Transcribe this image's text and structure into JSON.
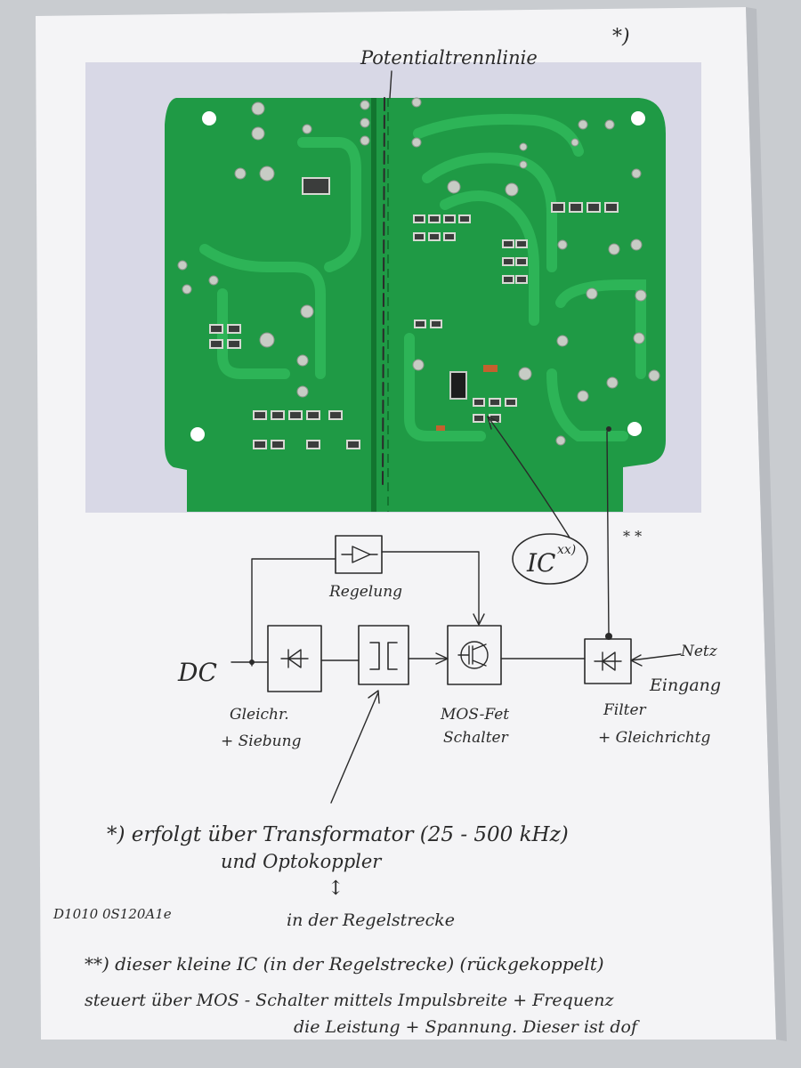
{
  "annotations": {
    "potential_line": "Potentialtrennlinie",
    "potential_mark": "*)",
    "ic_label": "IC",
    "ic_mark": "xx)"
  },
  "blocks": {
    "dc": "DC",
    "regelung": "Regelung",
    "gleich_1": "Gleichr.",
    "gleich_2": "+ Siebung",
    "mos_1": "MOS-Fet",
    "mos_2": "Schalter",
    "netz_1": "Netz",
    "netz_2": "Eingang",
    "filter_1": "Filter",
    "filter_2": "+ Gleichrichtg"
  },
  "notes": {
    "note1_line1": "*) erfolgt über Transformator (25 - 500 kHz)",
    "note1_line2": "und Optokoppler",
    "note1_arrow": "↕",
    "note1_line3": "in der Regelstrecke",
    "note2_line1": "**) dieser kleine IC (in der Regelstrecke) (rückgekoppelt)",
    "note2_line2": "steuert über MOS - Schalter mittels Impulsbreite + Frequenz",
    "note2_line3": "die Leistung + Spannung. Dieser ist dof"
  },
  "colors": {
    "background": "#c9ccd0",
    "paper": "#f4f4f6",
    "photo_bg": "#d8d8e6",
    "pcb": "#1f9a45",
    "pcb_dark": "#12752f",
    "trace": "#2db457",
    "solder": "#c7ccc5",
    "ink": "#2a2a2a"
  }
}
